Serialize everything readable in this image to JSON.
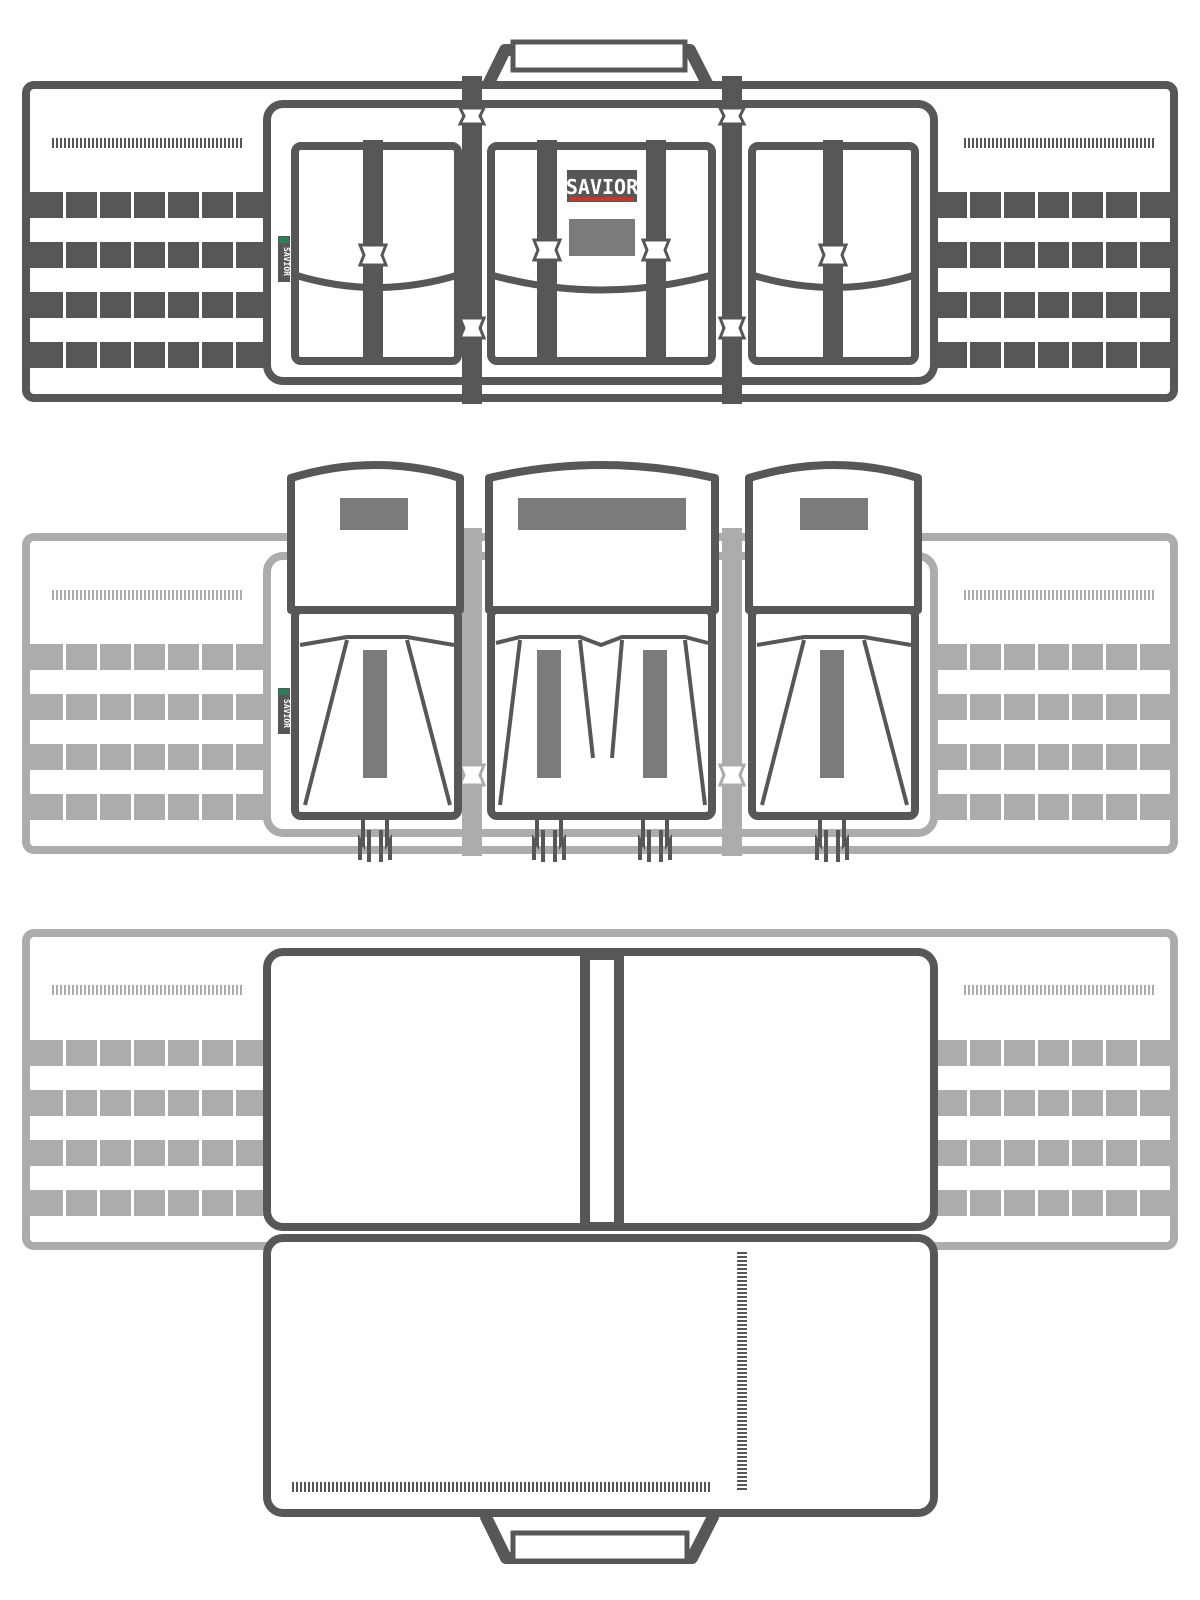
{
  "brand": {
    "logo_text": "SAVIOR",
    "tag_text": "SAVIOR"
  },
  "colors": {
    "dark": "#575757",
    "light": "#acacac",
    "mid": "#7b7b7b",
    "white": "#ffffff",
    "tag_green": "#2e7d5b"
  },
  "views": [
    {
      "id": "front",
      "style": "dark"
    },
    {
      "id": "open-pouches",
      "style": "light"
    },
    {
      "id": "interior",
      "style": "light"
    }
  ]
}
